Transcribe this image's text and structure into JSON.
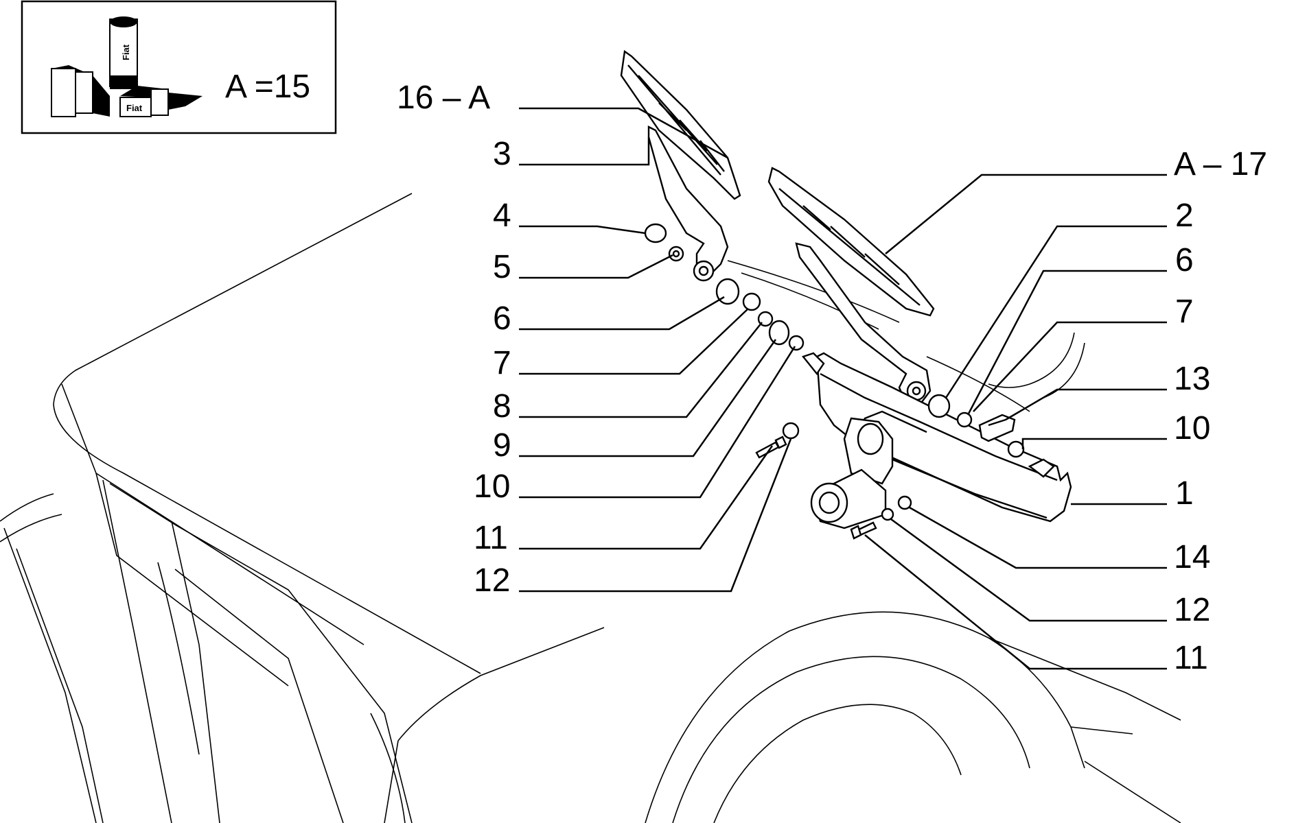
{
  "inset": {
    "label": "A =15",
    "can_text": "Fiat",
    "box_text": "Fiat"
  },
  "callouts": {
    "c16": "16 – A",
    "c3": "3",
    "c4": "4",
    "c5": "5",
    "c6l": "6",
    "c7l": "7",
    "c8": "8",
    "c9": "9",
    "c10l": "10",
    "c11l": "11",
    "c12l": "12",
    "c17": "A – 17",
    "c2": "2",
    "c6r": "6",
    "c7r": "7",
    "c13": "13",
    "c10r": "10",
    "c1": "1",
    "c14": "14",
    "c12r": "12",
    "c11r": "11"
  }
}
